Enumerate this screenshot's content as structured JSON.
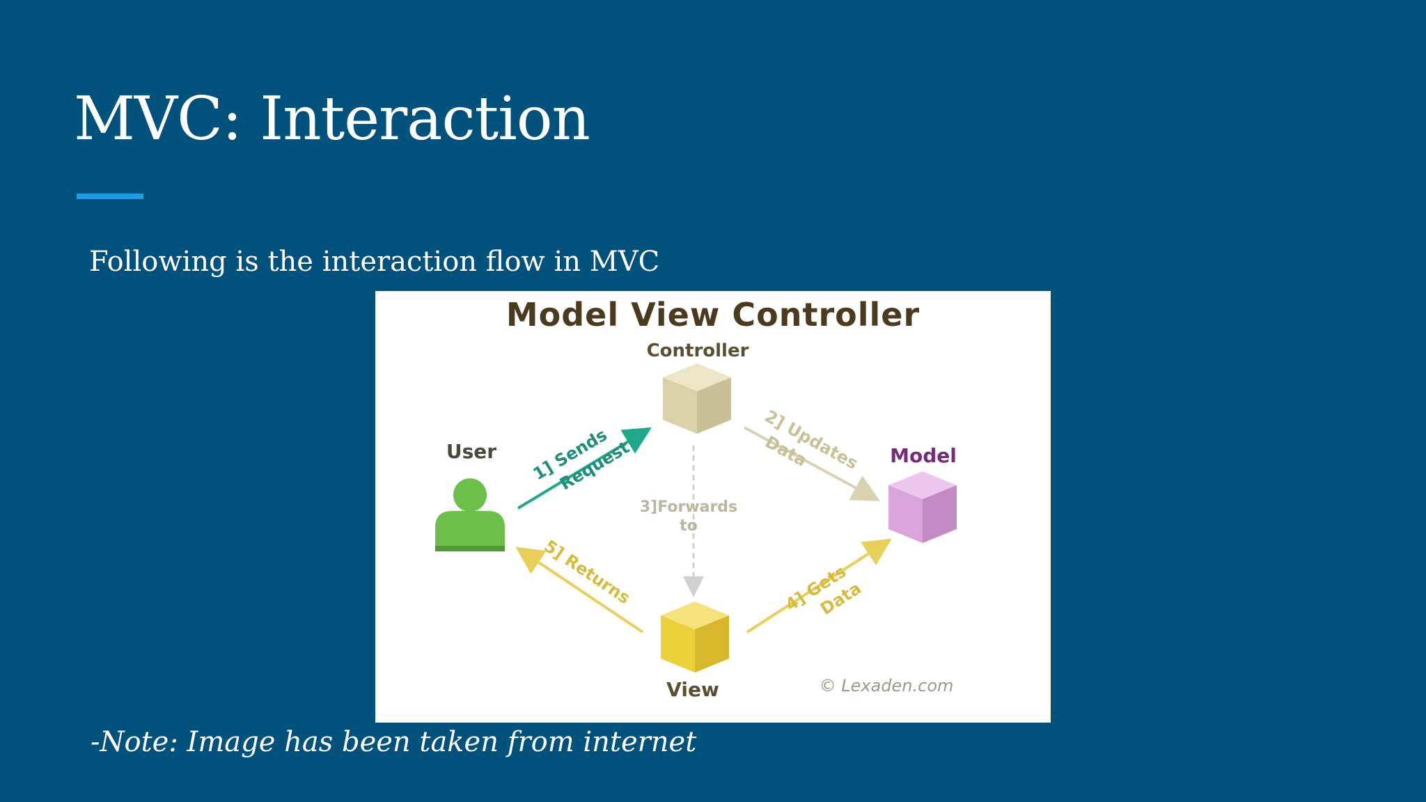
{
  "slide": {
    "title": "MVC: Interaction",
    "subtitle": "Following is the interaction flow in MVC",
    "note": "-Note: Image has been taken from internet",
    "background_color": "#00527c",
    "accent_color": "#1e9be6"
  },
  "diagram": {
    "title": "Model View Controller",
    "nodes": {
      "controller": "Controller",
      "user": "User",
      "model": "Model",
      "view": "View"
    },
    "edges": {
      "sends_request": {
        "line1": "1] Sends",
        "line2": "Request"
      },
      "updates_data": {
        "line1": "2] Updates",
        "line2": "Data"
      },
      "forwards_to": {
        "line1": "3]Forwards",
        "line2": "to"
      },
      "gets_data": {
        "line1": "4] Gets",
        "line2": "Data"
      },
      "returns": {
        "line1": "5] Returns"
      }
    },
    "copyright": "© Lexaden.com",
    "colors": {
      "title": "#4a3b1e",
      "controller": "#d9d2a8",
      "model": "#d9a4d9",
      "model_label": "#7a2a7a",
      "view": "#ecd03a",
      "user": "#6cc04a",
      "arrow_request": "#1fa88a",
      "arrow_update": "#d8d2b0",
      "arrow_view": "#e7cf5a"
    }
  }
}
